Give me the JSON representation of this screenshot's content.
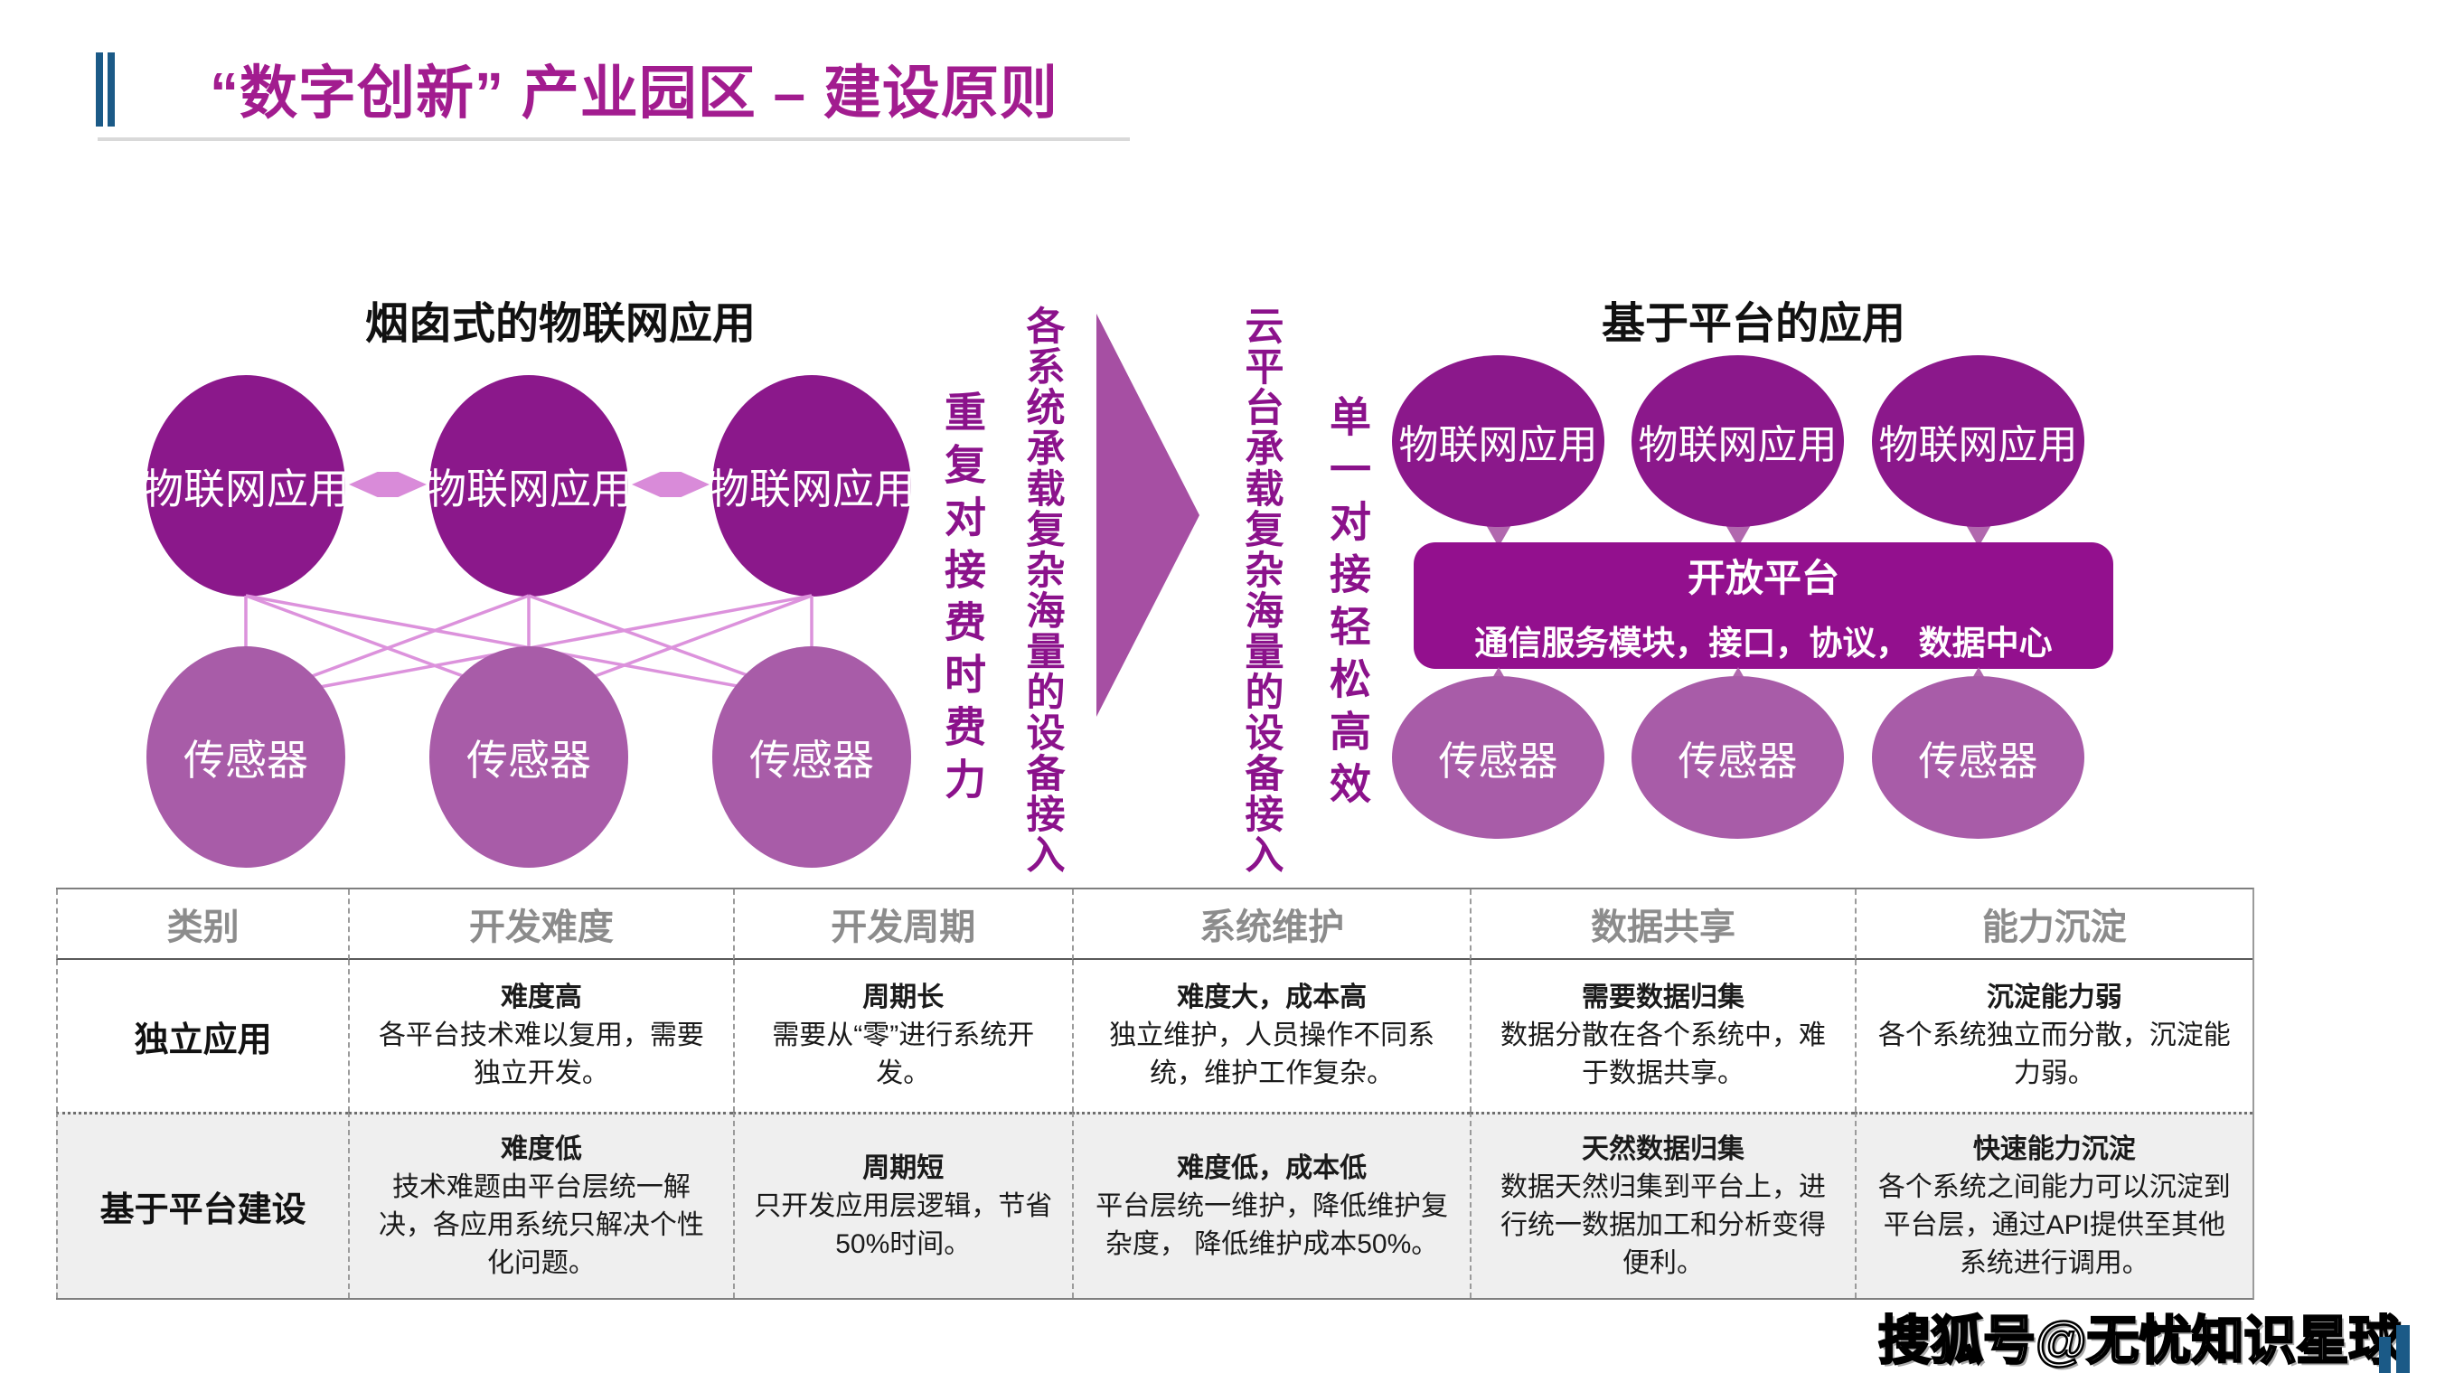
{
  "header": {
    "title": "“数字创新” 产业园区 – 建设原则",
    "title_color": "#A21C8F",
    "accent_bar_color": "#1B5A87",
    "underline_color": "#D9D9D9"
  },
  "left_diagram": {
    "title": "烟囱式的物联网应用",
    "app_nodes": [
      "物联网应用",
      "物联网应用",
      "物联网应用"
    ],
    "sensor_nodes": [
      "传感器",
      "传感器",
      "传感器"
    ],
    "colors": {
      "app_node": "#8B188B",
      "sensor_node": "#A85CA8",
      "link_arrow": "#D98BD9"
    }
  },
  "middle": {
    "left_caption_outer": "重复对接费时费力",
    "left_caption_inner": "各系统承载复杂海量的设备接入",
    "right_caption_inner": "云平台承载复杂海量的设备接入",
    "right_caption_outer": "单一对接轻松高效",
    "caption_color": "#8B128B",
    "arrow_color": "#A64FA3"
  },
  "right_diagram": {
    "title": "基于平台的应用",
    "app_nodes": [
      "物联网应用",
      "物联网应用",
      "物联网应用"
    ],
    "platform": {
      "title": "开放平台",
      "subtitle": "通信服务模块，接口，协议， 数据中心",
      "box_color": "#93108E"
    },
    "sensor_nodes": [
      "传感器",
      "传感器",
      "传感器"
    ]
  },
  "table": {
    "headers": [
      "类别",
      "开发难度",
      "开发周期",
      "系统维护",
      "数据共享",
      "能力沉淀"
    ],
    "rows": [
      {
        "label": "独立应用",
        "cells": [
          {
            "title": "难度高",
            "desc": "各平台技术难以复用，需要独立开发。"
          },
          {
            "title": "周期长",
            "desc": "需要从“零”进行系统开发。"
          },
          {
            "title": "难度大，成本高",
            "desc": "独立维护，人员操作不同系统，维护工作复杂。"
          },
          {
            "title": "需要数据归集",
            "desc": "数据分散在各个系统中，难于数据共享。"
          },
          {
            "title": "沉淀能力弱",
            "desc": "各个系统独立而分散，沉淀能力弱。"
          }
        ]
      },
      {
        "label": "基于平台建设",
        "cells": [
          {
            "title": "难度低",
            "desc": "技术难题由平台层统一解决，各应用系统只解决个性化问题。"
          },
          {
            "title": "周期短",
            "desc": "只开发应用层逻辑，节省50%时间。"
          },
          {
            "title": "难度低，成本低",
            "desc": "平台层统一维护，降低维护复杂度， 降低维护成本50%。"
          },
          {
            "title": "天然数据归集",
            "desc": "数据天然归集到平台上，进行统一数据加工和分析变得便利。"
          },
          {
            "title": "快速能力沉淀",
            "desc": "各个系统之间能力可以沉淀到平台层，通过API提供至其他系统进行调用。"
          }
        ]
      }
    ]
  },
  "watermark": {
    "text": "搜狐号@无忧知识星球"
  }
}
